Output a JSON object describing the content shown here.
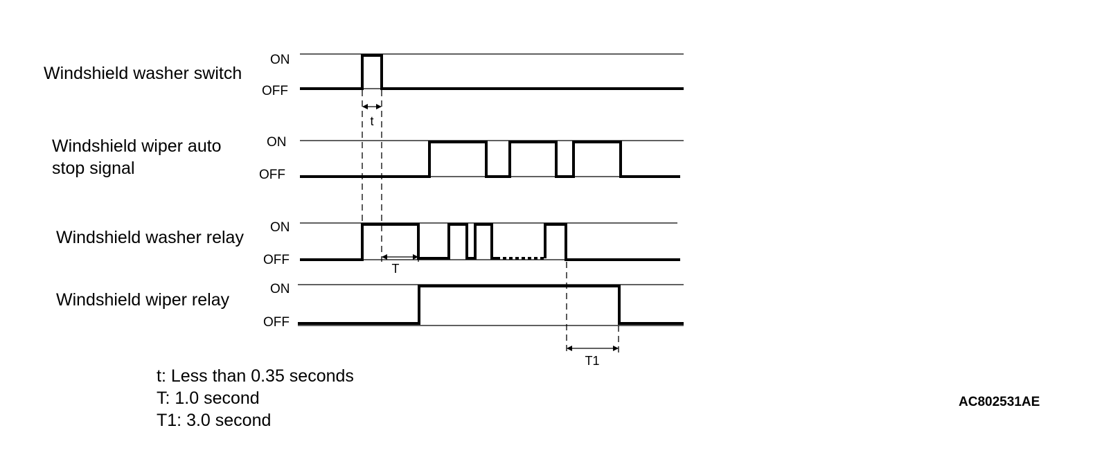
{
  "signals": [
    {
      "id": "washer-switch",
      "label_lines": [
        "Windshield washer switch"
      ],
      "on": "ON",
      "off": "OFF"
    },
    {
      "id": "auto-stop",
      "label_lines": [
        "Windshield wiper auto",
        "stop signal"
      ],
      "on": "ON",
      "off": "OFF"
    },
    {
      "id": "washer-relay",
      "label_lines": [
        "Windshield washer relay"
      ],
      "on": "ON",
      "off": "OFF"
    },
    {
      "id": "wiper-relay",
      "label_lines": [
        "Windshield wiper relay"
      ],
      "on": "ON",
      "off": "OFF"
    }
  ],
  "dimensions": {
    "t": "t",
    "T": "T",
    "T1": "T1"
  },
  "legend": [
    "t: Less than 0.35 seconds",
    "T: 1.0 second",
    "T1: 3.0 second"
  ],
  "figure_code": "AC802531AE"
}
